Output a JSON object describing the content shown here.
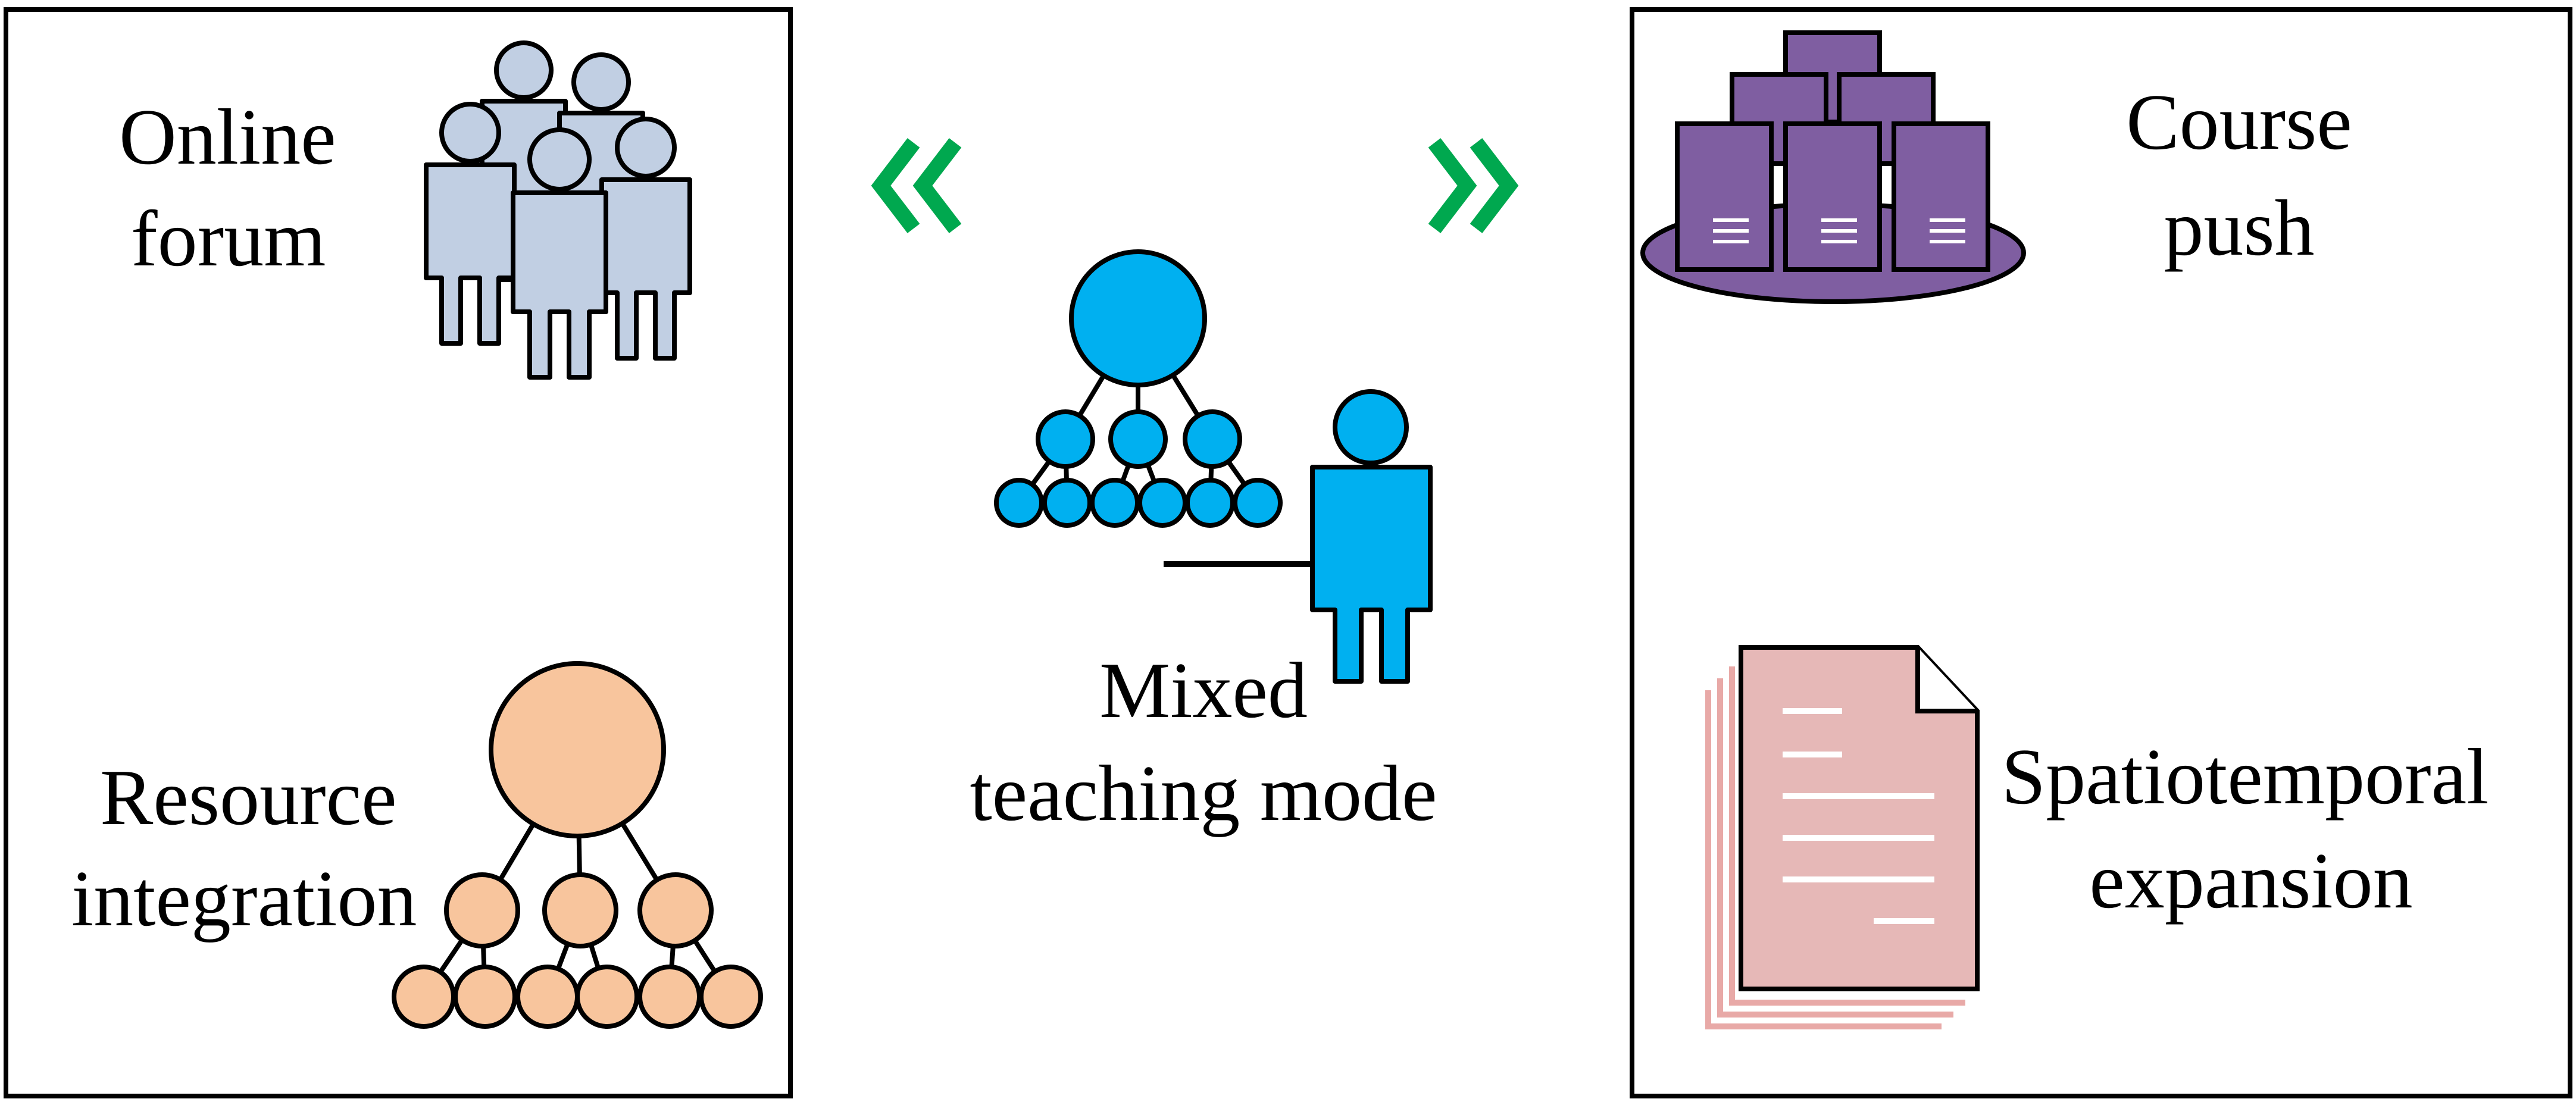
{
  "left_panel": {
    "online_forum": {
      "line1": "Online",
      "line2": "forum",
      "icon": "people-group-icon"
    },
    "resource_integration": {
      "line1": "Resource",
      "line2": "integration",
      "icon": "hierarchy-icon"
    }
  },
  "center": {
    "title_line1": "Mixed",
    "title_line2": "teaching mode",
    "icon": "teacher-hierarchy-icon",
    "arrow_left": "double-chevron-left-icon",
    "arrow_right": "double-chevron-right-icon"
  },
  "right_panel": {
    "course_push": {
      "line1": "Course",
      "line2": "push",
      "icon": "servers-icon"
    },
    "spatiotemporal_expansion": {
      "line1": "Spatiotemporal",
      "line2": "expansion",
      "icon": "documents-icon"
    }
  },
  "colors": {
    "people": "#c1cfe3",
    "orange": "#f8c59d",
    "blue": "#00b0f0",
    "purple": "#7f5ea1",
    "doc": "#e6b8b7",
    "doc_lines": "#e8a9a7",
    "green": "#00a84f"
  }
}
